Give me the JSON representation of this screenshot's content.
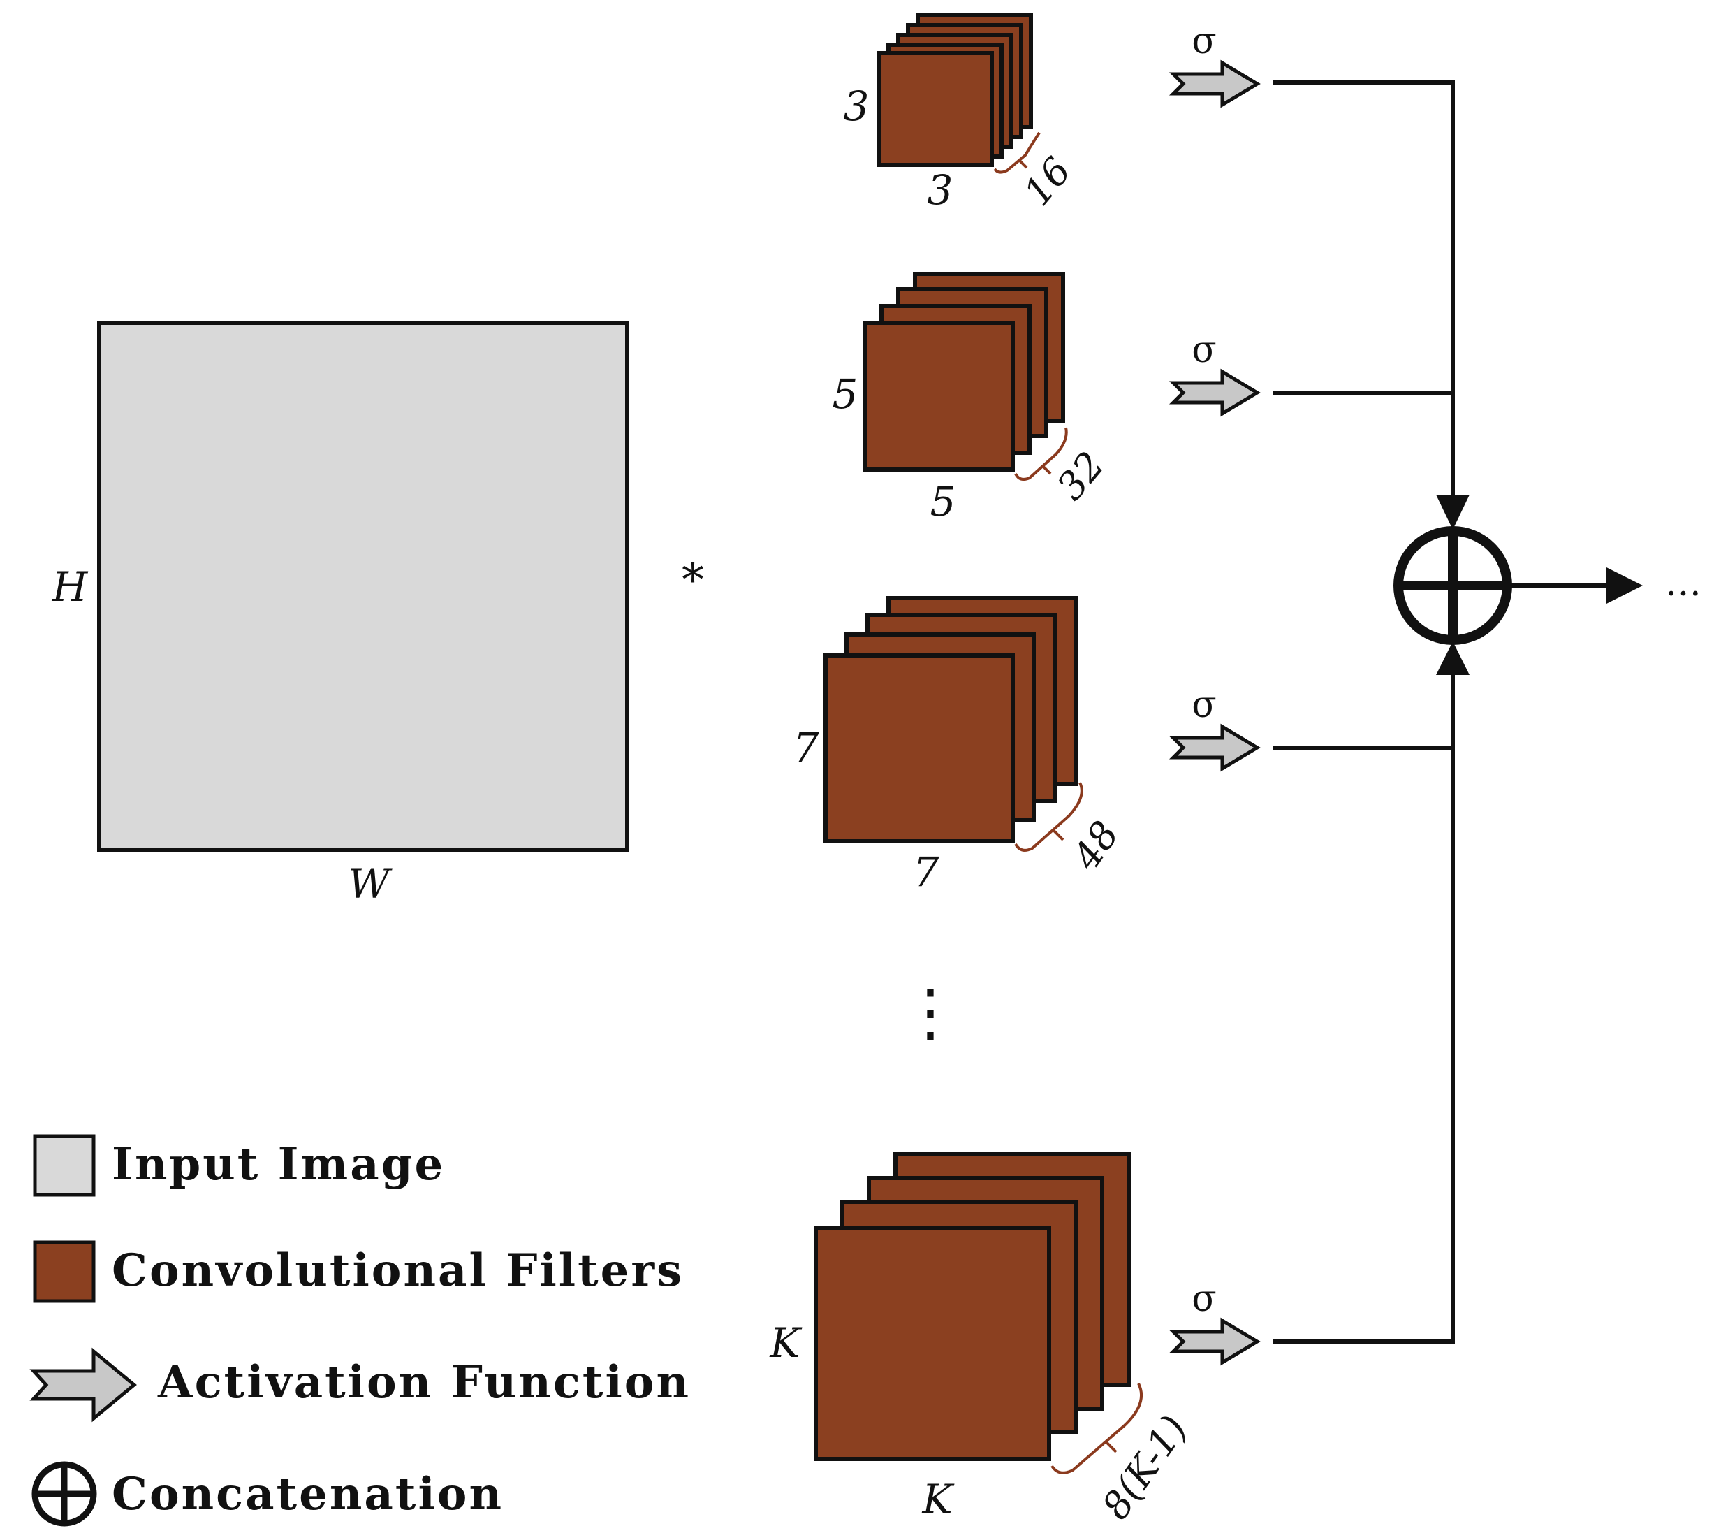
{
  "colors": {
    "input_fill": "#d9d9d9",
    "filter_fill": "#8b4020",
    "brace": "#8b3a1e",
    "arrow_fill": "#c8c8c8",
    "stroke": "#111111"
  },
  "input": {
    "height_label": "H",
    "width_label": "W"
  },
  "operator": "*",
  "filters": [
    {
      "side": "3",
      "bottom": "3",
      "count": "16"
    },
    {
      "side": "5",
      "bottom": "5",
      "count": "32"
    },
    {
      "side": "7",
      "bottom": "7",
      "count": "48"
    },
    {
      "side": "K",
      "bottom": "K",
      "count": "8(K-1)"
    }
  ],
  "vertical_dots": "⋮",
  "activation_symbol": "σ",
  "output_dots": "…",
  "concat_icon": "circle-plus-icon",
  "legend": {
    "input": "Input Image",
    "filters": "Convolutional Filters",
    "activation": "Activation Function",
    "concat": "Concatenation"
  }
}
